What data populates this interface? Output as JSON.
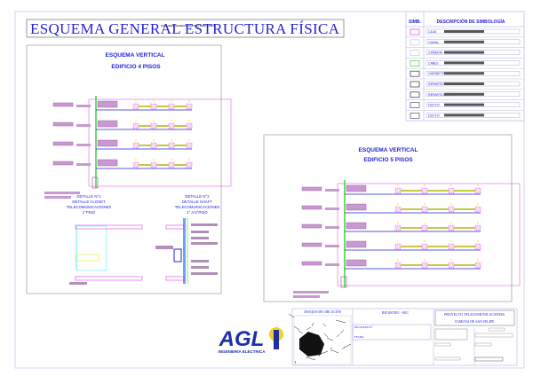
{
  "title": "ESQUEMA GENERAL ESTRUCTURA FÍSICA",
  "title_subnote": "ESQUEMA GENERAL ESTRUCTURA FISICA",
  "panel_4": {
    "heading": "ESQUEMA VERTICAL",
    "subheading": "EDIFICIO 4 PISOS"
  },
  "panel_5": {
    "heading": "ESQUEMA VERTICAL",
    "subheading": "EDIFICIO 5 PISOS"
  },
  "detail_1": {
    "lines": [
      "DETALLE N°1",
      "DETALLE CLOSET",
      "TELECOMUNICACIONES",
      "1°PISO"
    ]
  },
  "detail_2": {
    "lines": [
      "DETALLE N°2",
      "DETALLE SHAFT",
      "TELECOMUNICACIONES",
      "1° A 5°PISO"
    ]
  },
  "legend": {
    "col_symbol": "SIMB.",
    "col_description": "DESCRIPCIÓN DE SIMBOLOGÍA",
    "rows": [
      "CAJA",
      "CANAL",
      "CAÑERÍA",
      "CABLE",
      "GABINETE",
      "REPARTIDOR N°x",
      "REPARTIDOR N°x",
      "DUCTO",
      "DUCTO"
    ]
  },
  "logo": {
    "brand": "AGL",
    "tagline": "INGENIERÍA ELÉCTRICA"
  },
  "title_block": {
    "location_map": "CROQUIS DE UBICACIÓN",
    "registry_header": "REGISTRO - SEC",
    "registry_no": "REGISTRO N°",
    "date_label": "FECHA",
    "project": "PROYECTO TELECOMUNICACIONES",
    "commune": "COMUNA DE SAN FELIPE"
  },
  "colors": {
    "blue": "#2323d8",
    "magenta": "#e040e0",
    "green": "#44cc44",
    "yellow": "#e8e800",
    "purple": "#9a4fa8"
  }
}
